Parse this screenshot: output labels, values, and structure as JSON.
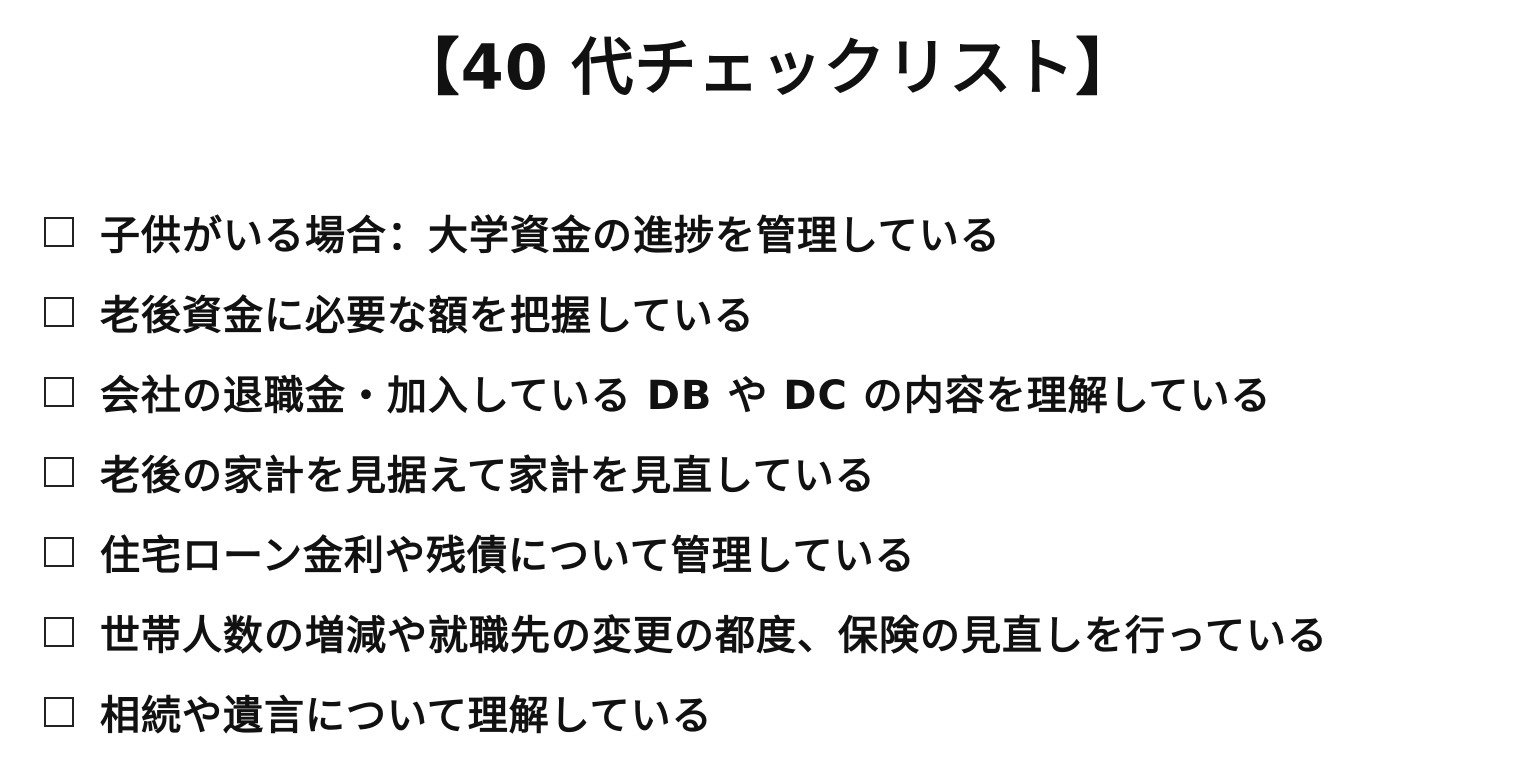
{
  "title": "【40 代チェックリスト】",
  "items": [
    {
      "label": "子供がいる場合：大学資金の進捗を管理している",
      "checked": false
    },
    {
      "label": "老後資金に必要な額を把握している",
      "checked": false
    },
    {
      "label": "会社の退職金・加入している DB や DC の内容を理解している",
      "checked": false
    },
    {
      "label": "老後の家計を見据えて家計を見直している",
      "checked": false
    },
    {
      "label": "住宅ローン金利や残債について管理している",
      "checked": false
    },
    {
      "label": "世帯人数の増減や就職先の変更の都度、保険の見直しを行っている",
      "checked": false
    },
    {
      "label": "相続や遺言について理解している",
      "checked": false
    }
  ]
}
